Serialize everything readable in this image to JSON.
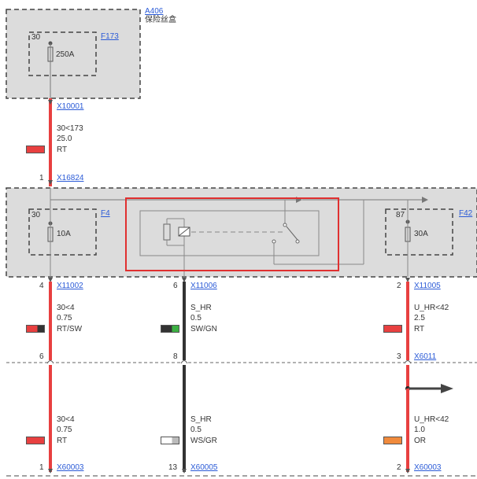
{
  "module_top": {
    "id": "A406",
    "name": "保险丝盒"
  },
  "fuse_top": {
    "id": "F173",
    "pin": "30",
    "rating": "250A"
  },
  "connector_x10001": "X10001",
  "wire_top": {
    "circuit": "30<173",
    "size": "25.0",
    "color": "RT",
    "swatch": "#e84040"
  },
  "connector_x16824": {
    "pin": "1",
    "id": "X16824"
  },
  "fuse_left": {
    "id": "F4",
    "pin": "30",
    "rating": "10A"
  },
  "fuse_right": {
    "id": "F42",
    "pin": "87",
    "rating": "30A"
  },
  "connectors_mid": [
    {
      "pin": "4",
      "id": "X11002"
    },
    {
      "pin": "6",
      "id": "X11006"
    },
    {
      "pin": "2",
      "id": "X11005"
    }
  ],
  "wires_mid": [
    {
      "circuit": "30<4",
      "size": "0.75",
      "color": "RT/SW",
      "swatch_a": "#e84040",
      "swatch_b": "#333333"
    },
    {
      "circuit": "S_HR",
      "size": "0.5",
      "color": "SW/GN",
      "swatch_a": "#333333",
      "swatch_b": "#3cb043"
    },
    {
      "circuit": "U_HR<42",
      "size": "2.5",
      "color": "RT",
      "swatch_a": "#e84040",
      "swatch_b": "#e84040"
    }
  ],
  "splice_pins": {
    "left": "6",
    "mid": "8",
    "right": "3",
    "right_connector": "X6011"
  },
  "wires_bottom": [
    {
      "circuit": "30<4",
      "size": "0.75",
      "color": "RT",
      "swatch_a": "#e84040",
      "swatch_b": "#e84040"
    },
    {
      "circuit": "S_HR",
      "size": "0.5",
      "color": "WS/GR",
      "swatch_a": "#ffffff",
      "swatch_b": "#bbbbbb"
    },
    {
      "circuit": "U_HR<42",
      "size": "1.0",
      "color": "OR",
      "swatch_a": "#f08a3c",
      "swatch_b": "#f08a3c"
    }
  ],
  "connectors_bottom": [
    {
      "pin": "1",
      "id": "X60003"
    },
    {
      "pin": "13",
      "id": "X60005"
    },
    {
      "pin": "2",
      "id": "X60003"
    }
  ],
  "colors": {
    "wire_red": "#e84040",
    "wire_black": "#333333",
    "box_fill": "#dcdcdc",
    "highlight": "#e03030",
    "link": "#2b5bd7"
  }
}
